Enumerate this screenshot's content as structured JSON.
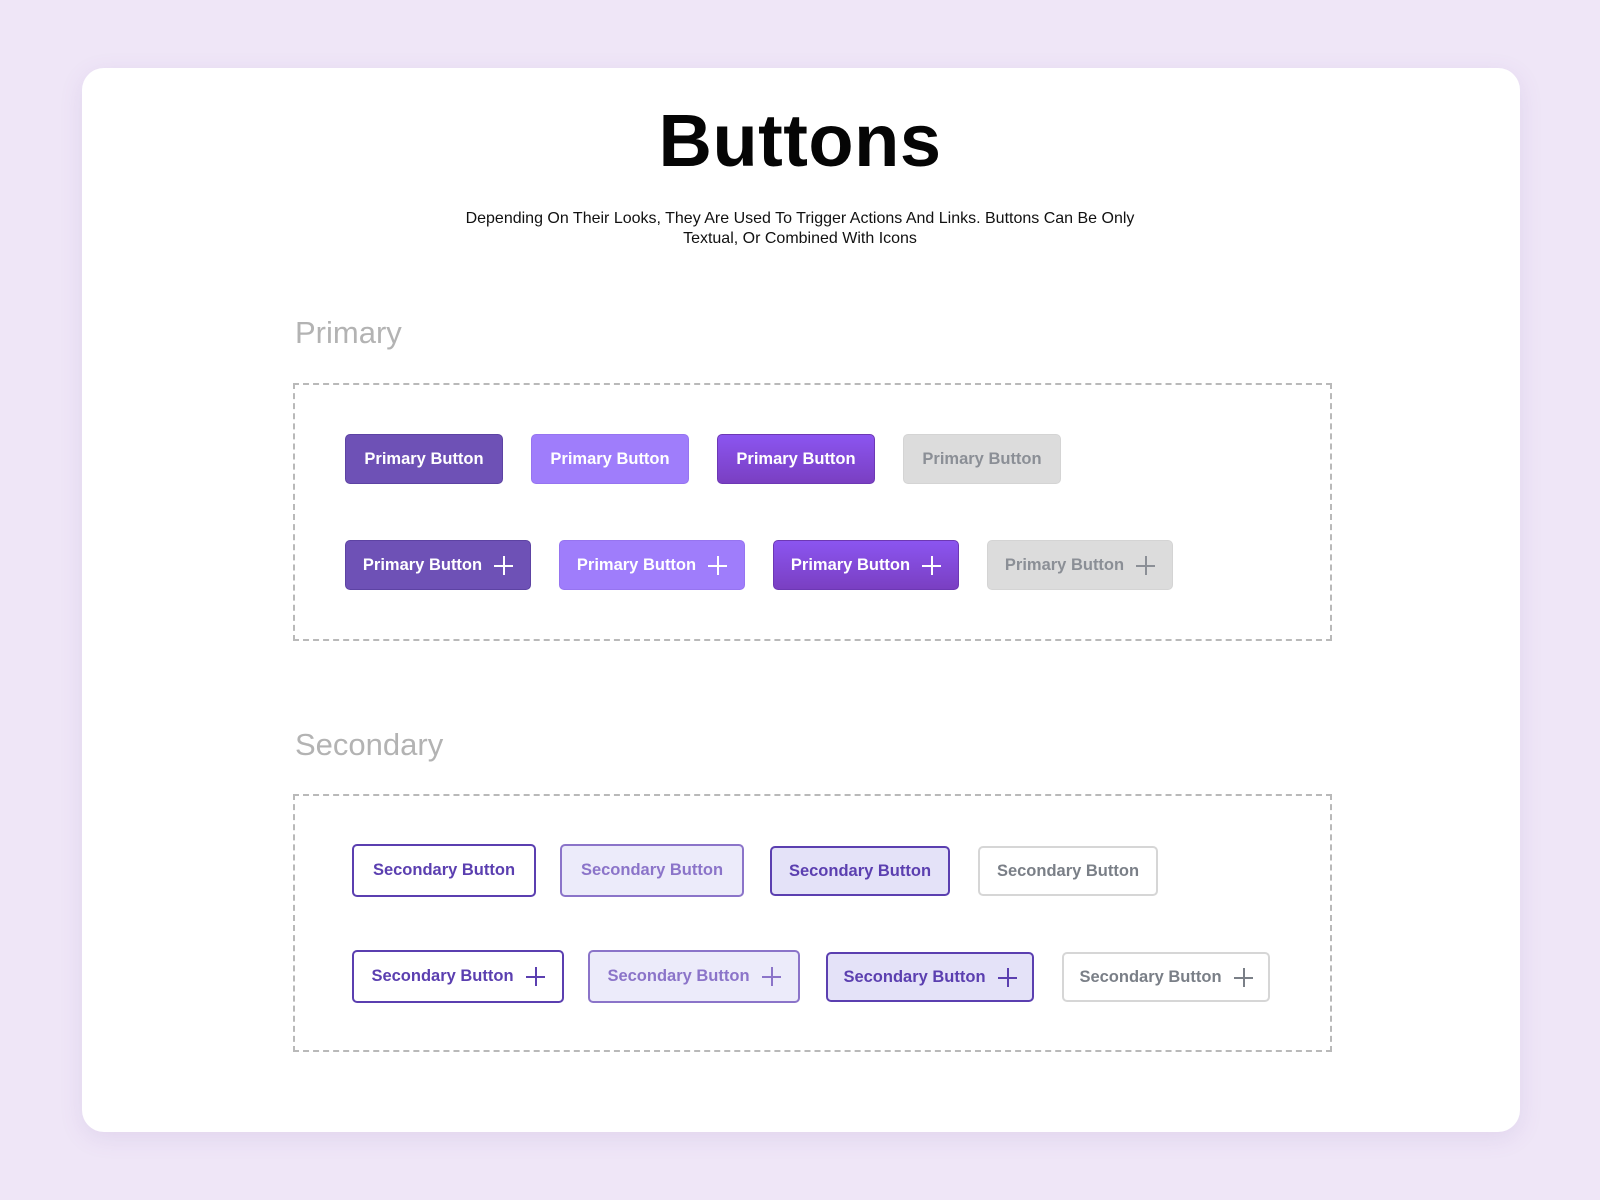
{
  "header": {
    "title": "Buttons",
    "subtitle_line1": "Depending On Their Looks, They Are Used To Trigger Actions And Links. Buttons Can Be Only",
    "subtitle_line2": "Textual, Or Combined With Icons"
  },
  "colors": {
    "page_background": "#efe6f7",
    "primary_default": "#6e51b6",
    "primary_hover": "#9f7dfb",
    "primary_pressed": "#8148dc",
    "primary_disabled": "#dcdcdc",
    "secondary_border": "#5b3fb0",
    "secondary_hover_fill": "#ecebfa",
    "secondary_disabled_border": "#d6d6d6"
  },
  "primary": {
    "label": "Primary",
    "text_buttons": [
      {
        "label": "Primary Button",
        "state": "default"
      },
      {
        "label": "Primary Button",
        "state": "hover"
      },
      {
        "label": "Primary Button",
        "state": "pressed"
      },
      {
        "label": "Primary Button",
        "state": "disabled"
      }
    ],
    "icon_buttons": [
      {
        "label": "Primary Button",
        "icon": "plus-icon",
        "state": "default"
      },
      {
        "label": "Primary Button",
        "icon": "plus-icon",
        "state": "hover"
      },
      {
        "label": "Primary Button",
        "icon": "plus-icon",
        "state": "pressed"
      },
      {
        "label": "Primary Button",
        "icon": "plus-icon",
        "state": "disabled"
      }
    ]
  },
  "secondary": {
    "label": "Secondary",
    "text_buttons": [
      {
        "label": "Secondary Button",
        "state": "default"
      },
      {
        "label": "Secondary Button",
        "state": "hover"
      },
      {
        "label": "Secondary Button",
        "state": "pressed"
      },
      {
        "label": "Secondary Button",
        "state": "disabled"
      }
    ],
    "icon_buttons": [
      {
        "label": "Secondary Button",
        "icon": "plus-icon",
        "state": "default"
      },
      {
        "label": "Secondary Button",
        "icon": "plus-icon",
        "state": "hover"
      },
      {
        "label": "Secondary Button",
        "icon": "plus-icon",
        "state": "pressed"
      },
      {
        "label": "Secondary Button",
        "icon": "plus-icon",
        "state": "disabled"
      }
    ]
  }
}
